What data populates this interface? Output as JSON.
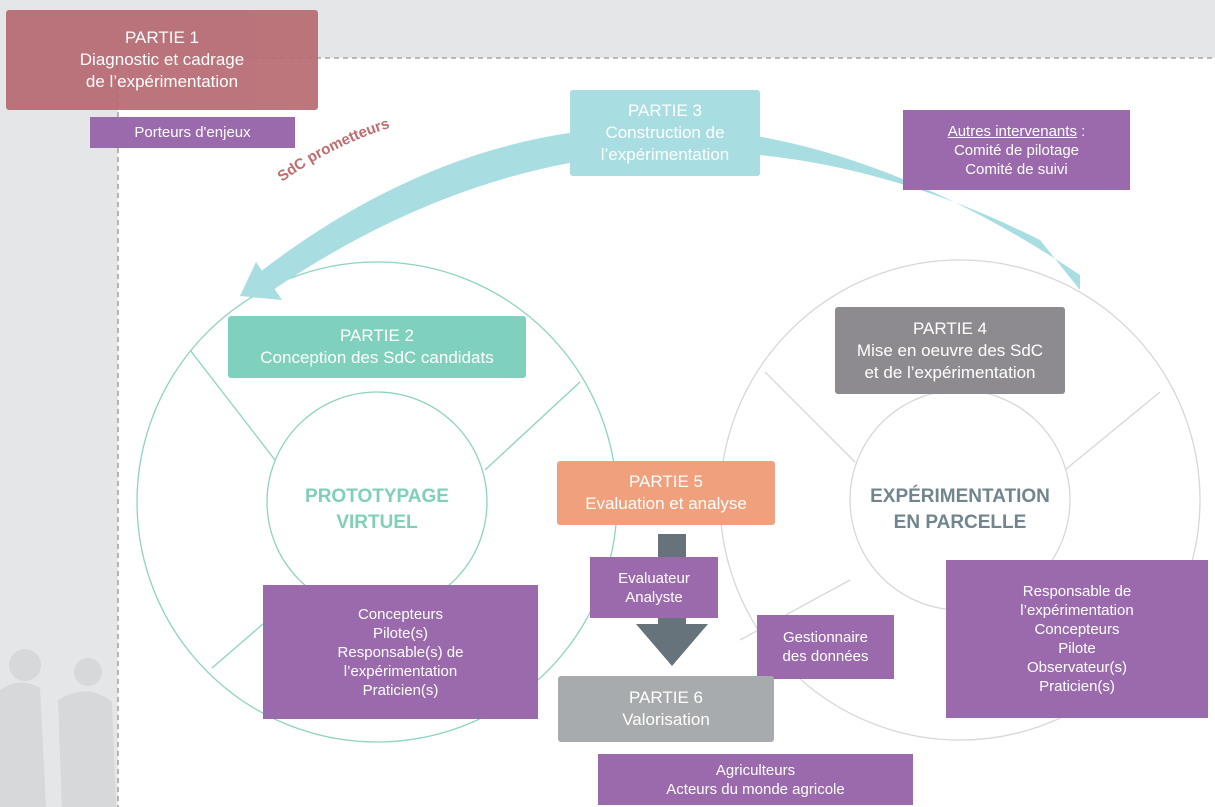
{
  "colors": {
    "background_band": "#e5e6e7",
    "dashed_line": "#a3a5a8",
    "partie1": "#b86a72",
    "partie2": "#7fd0bd",
    "partie3": "#a8dde2",
    "partie4": "#8e8b90",
    "partie5": "#f0a07c",
    "partie6": "#a7abad",
    "purple_box": "#9a6aad",
    "cycle_outline": "#8ed3bf",
    "arrow_teal": "#a8dde2",
    "arrow_gray": "#66737a",
    "prototypage_text": "#7fcfb9",
    "experimentation_text": "#70858e",
    "sdc_text": "#c06b6e"
  },
  "partie1": {
    "title": "PARTIE 1",
    "lines": [
      "Diagnostic et cadrage",
      "de l’expérimentation"
    ]
  },
  "partie2": {
    "title": "PARTIE 2",
    "lines": [
      "Conception des SdC candidats"
    ]
  },
  "partie3": {
    "title": "PARTIE 3",
    "lines": [
      "Construction de",
      "l’expérimentation"
    ]
  },
  "partie4": {
    "title": "PARTIE 4",
    "lines": [
      "Mise en oeuvre des SdC",
      "et de l’expérimentation"
    ]
  },
  "partie5": {
    "title": "PARTIE 5",
    "lines": [
      "Evaluation et analyse"
    ]
  },
  "partie6": {
    "title": "PARTIE 6",
    "lines": [
      "Valorisation"
    ]
  },
  "left_cycle": {
    "line1": "PROTOTYPAGE",
    "line2": "VIRTUEL"
  },
  "right_cycle": {
    "line1": "EXPÉRIMENTATION",
    "line2": "EN PARCELLE"
  },
  "sdc_label": "SdC prometteurs",
  "actors": {
    "porteurs": [
      "Porteurs d'enjeux"
    ],
    "autres": {
      "heading": "Autres intervenants",
      "suffix": " :",
      "lines": [
        "Comité de pilotage",
        "Comité de suivi"
      ]
    },
    "left": [
      "Concepteurs",
      "Pilote(s)",
      "Responsable(s) de",
      "l’expérimentation",
      "Praticien(s)"
    ],
    "evaluateur": [
      "Evaluateur",
      "Analyste"
    ],
    "gestionnaire": [
      "Gestionnaire",
      "des données"
    ],
    "right": [
      "Responsable de",
      "l’expérimentation",
      "Concepteurs",
      "Pilote",
      "Observateur(s)",
      "Praticien(s)"
    ],
    "agriculteurs": [
      "Agriculteurs",
      "Acteurs du monde agricole"
    ]
  }
}
